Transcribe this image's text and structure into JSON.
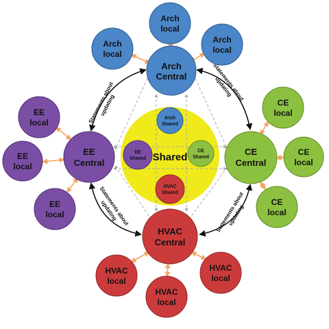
{
  "colors": {
    "arch": "#4a86c8",
    "ee": "#7b4ea6",
    "ce": "#8cc040",
    "hvac": "#cc3b3b",
    "shared": "#f0ea1a",
    "connector": "#f4a460",
    "arc": "#111111",
    "dashed": "#a8a8a8"
  },
  "shared": {
    "label": "Shared",
    "arch": [
      "Arch",
      "Shared"
    ],
    "ee": [
      "EE",
      "Shared"
    ],
    "ce": [
      "CE",
      "Shared"
    ],
    "hvac": [
      "HVAC",
      "Shared"
    ]
  },
  "central": {
    "arch": [
      "Arch",
      "Central"
    ],
    "ee": [
      "EE",
      "Central"
    ],
    "ce": [
      "CE",
      "Central"
    ],
    "hvac": [
      "HVAC",
      "Central"
    ]
  },
  "local": {
    "arch": [
      [
        "Arch",
        "local"
      ],
      [
        "Arch",
        "local"
      ],
      [
        "Arch",
        "local"
      ]
    ],
    "ee": [
      [
        "EE",
        "local"
      ],
      [
        "EE",
        "local"
      ],
      [
        "EE",
        "local"
      ]
    ],
    "ce": [
      [
        "CE",
        "local"
      ],
      [
        "CE",
        "local"
      ],
      [
        "CE",
        "local"
      ]
    ],
    "hvac": [
      [
        "HVAC",
        "local"
      ],
      [
        "HVAC",
        "local"
      ],
      [
        "HVAC",
        "local"
      ]
    ]
  },
  "arc_labels": {
    "top_left": [
      "Statements about",
      "updating"
    ],
    "top_right": [
      "Statements about",
      "updating"
    ],
    "bottom_left": [
      "Statements about",
      "updating"
    ],
    "bottom_right": [
      "Statements about",
      "updating"
    ]
  }
}
